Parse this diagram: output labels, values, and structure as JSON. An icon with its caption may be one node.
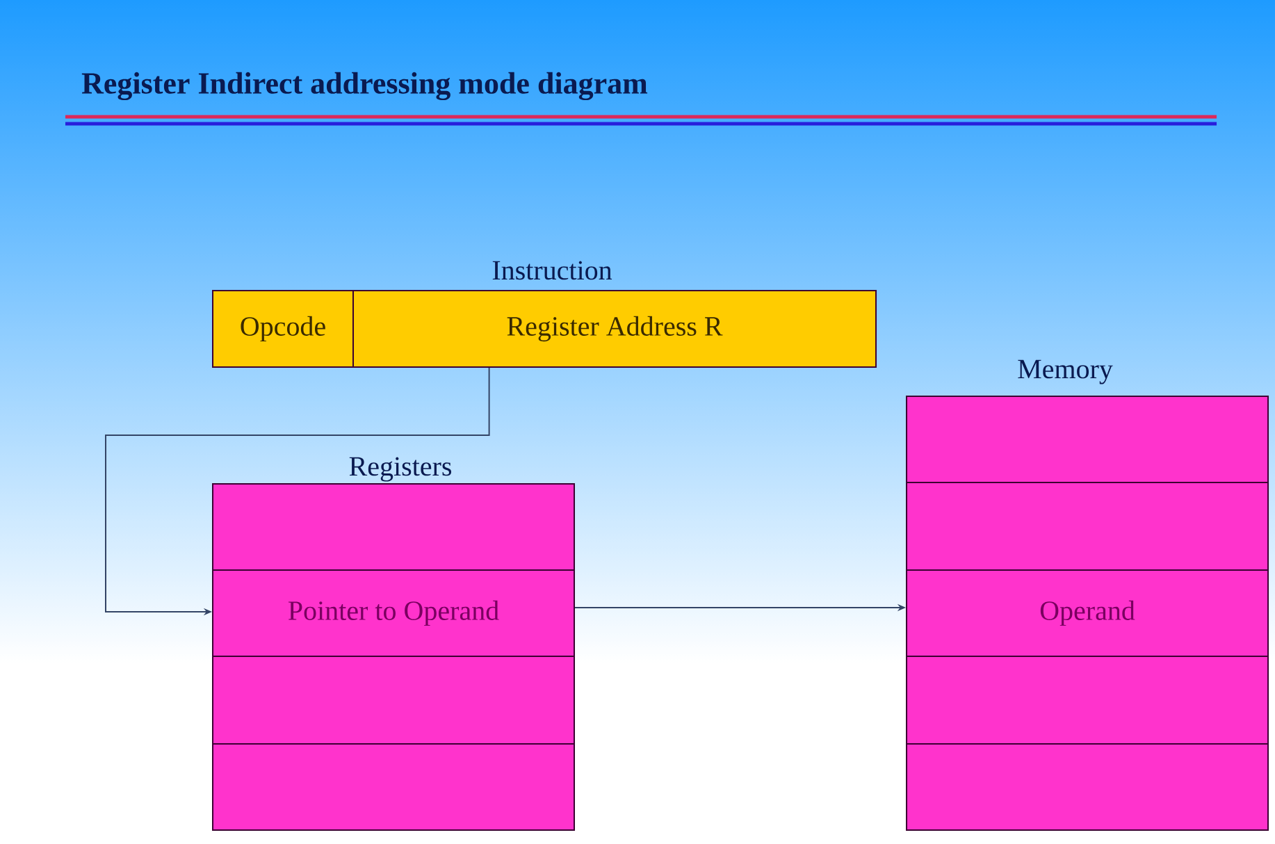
{
  "diagram": {
    "title": "Register Indirect addressing mode diagram",
    "nodes": [
      {
        "text": [
          "Opcode"
        ]
      },
      {
        "text": [
          "Register Address R"
        ]
      },
      {
        "text": [],
        "shape": "box"
      },
      {
        "text": [
          "Pointer to Operand"
        ]
      },
      {
        "text": [],
        "shape": "box"
      },
      {
        "text": [],
        "shape": "box"
      },
      {
        "text": [],
        "shape": "box"
      },
      {
        "text": [],
        "shape": "box"
      },
      {
        "text": [
          "Operand"
        ]
      },
      {
        "text": [],
        "shape": "box"
      },
      {
        "text": [],
        "shape": "box"
      }
    ],
    "edges": [
      {
        "from": 1,
        "to": 3,
        "arrow": "to"
      },
      {
        "from": 3,
        "to": 8,
        "arrow": "to"
      }
    ],
    "labels": [
      "Instruction",
      "Memory",
      "Registers"
    ]
  }
}
